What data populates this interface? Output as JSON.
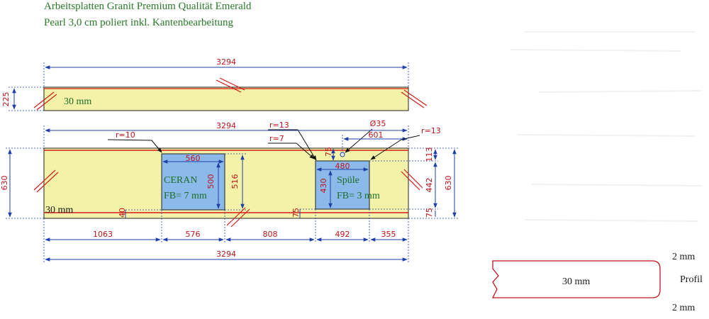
{
  "title": {
    "line1": "Arbeitsplatten Granit Premium Qualität Emerald",
    "line2": "Pearl 3,0 cm poliert inkl. Kantenbearbeitung"
  },
  "strip": {
    "width_label": "3294",
    "height_label": "225",
    "thickness_label": "30 mm"
  },
  "main": {
    "width_top_label": "3294",
    "width_bottom_label": "3294",
    "height_left_label": "630",
    "height_right_label": "630",
    "thickness_label": "30 mm",
    "radius_left": "r=10",
    "radius_mid_top": "r=13",
    "radius_mid": "r=7",
    "radius_right": "r=13",
    "hole_label": "Ø35",
    "hole_offset": "601",
    "dim_113": "113",
    "dim_442": "442",
    "dim_75_right": "75",
    "dim_75_tap": "75",
    "dim_75_bottom": "75",
    "dim_40": "40",
    "segments": [
      "1063",
      "576",
      "808",
      "492",
      "355"
    ]
  },
  "ceran": {
    "name": "CERAN",
    "fb": "FB= 7 mm",
    "width": "560",
    "height": "500",
    "height_outer": "516"
  },
  "sink": {
    "name": "Spüle",
    "fb": "FB= 3 mm",
    "width": "480",
    "height": "430"
  },
  "profile": {
    "thickness": "30 mm",
    "top_label": "2 mm",
    "side_label": "Profil",
    "bottom_label": "2 mm"
  },
  "colors": {
    "slab": "#f3f2a8",
    "cutout": "#8ab9ea",
    "dimension": "#1f3fa8",
    "edge": "#d31b1b"
  }
}
